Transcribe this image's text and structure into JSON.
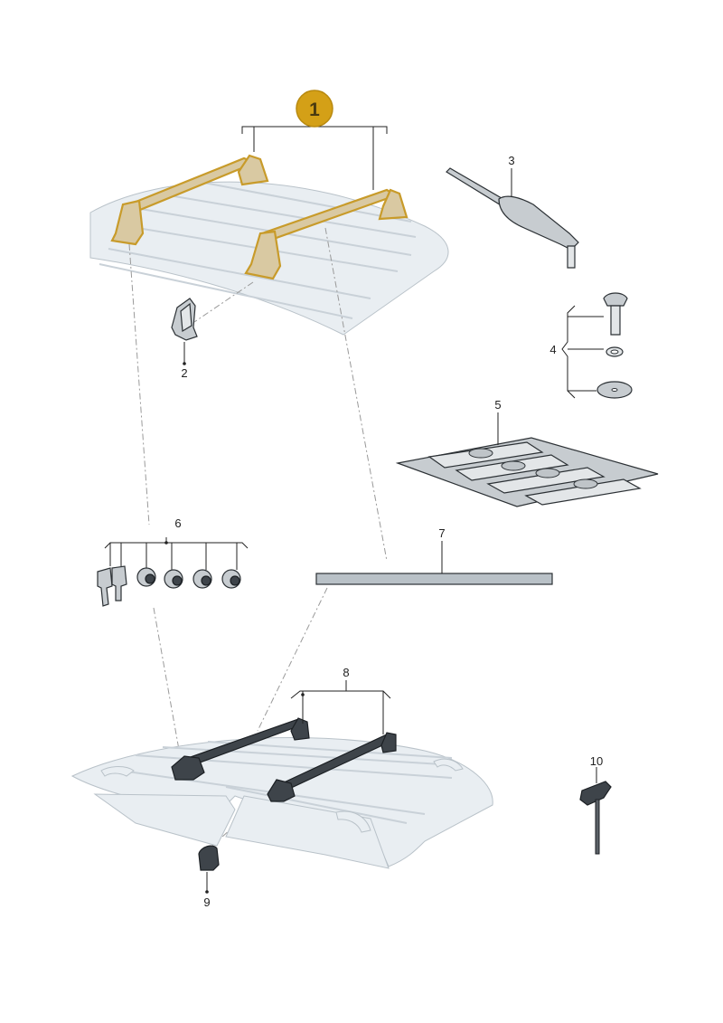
{
  "assembly_badge": {
    "number": "1",
    "color": "#d4a017"
  },
  "callouts": [
    {
      "id": "callout-2",
      "text": "2"
    },
    {
      "id": "callout-3",
      "text": "3"
    },
    {
      "id": "callout-4",
      "text": "4"
    },
    {
      "id": "callout-5",
      "text": "5"
    },
    {
      "id": "callout-6",
      "text": "6"
    },
    {
      "id": "callout-7",
      "text": "7"
    },
    {
      "id": "callout-8",
      "text": "8"
    },
    {
      "id": "callout-9",
      "text": "9"
    },
    {
      "id": "callout-10",
      "text": "10"
    }
  ],
  "colors": {
    "highlight": "#c89b2a",
    "car_body": "#e9eef2",
    "part_dark": "#3e444a"
  }
}
